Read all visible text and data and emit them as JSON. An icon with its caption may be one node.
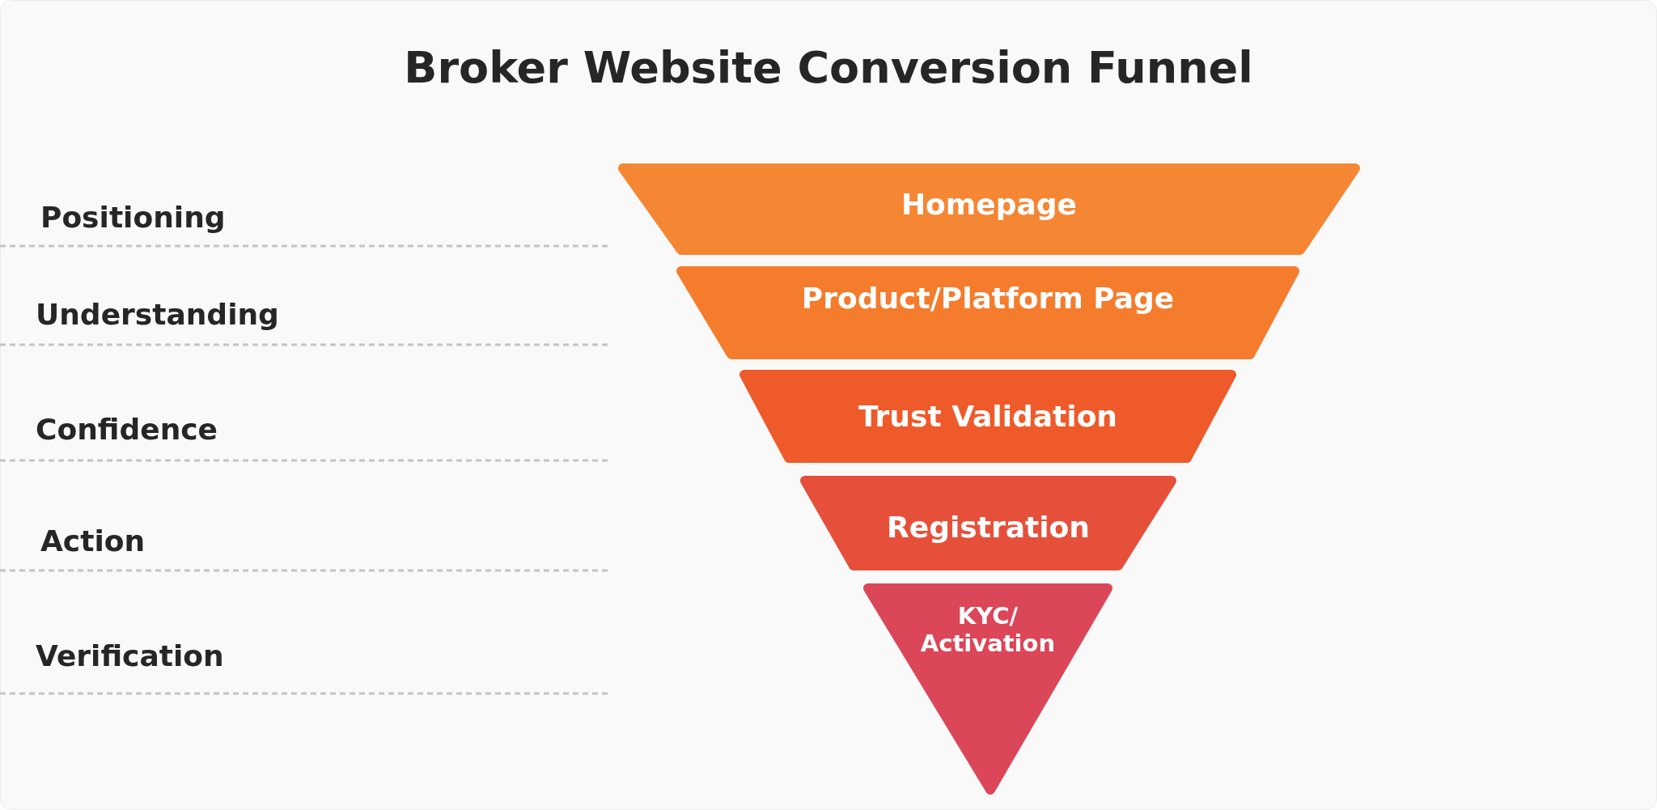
{
  "diagram": {
    "title": "Broker Website Conversion Funnel",
    "nodes": [
      {
        "text": [
          "Homepage"
        ]
      },
      {
        "text": [
          "Product/Platform Page"
        ]
      },
      {
        "text": [
          "Trust Validation"
        ]
      },
      {
        "text": [
          "Registration"
        ]
      },
      {
        "text": [
          "KYC/ Activation"
        ]
      }
    ],
    "edges": [],
    "labels": [
      "Positioning",
      "Understanding",
      "Confidence",
      "Action",
      "Verification"
    ]
  }
}
